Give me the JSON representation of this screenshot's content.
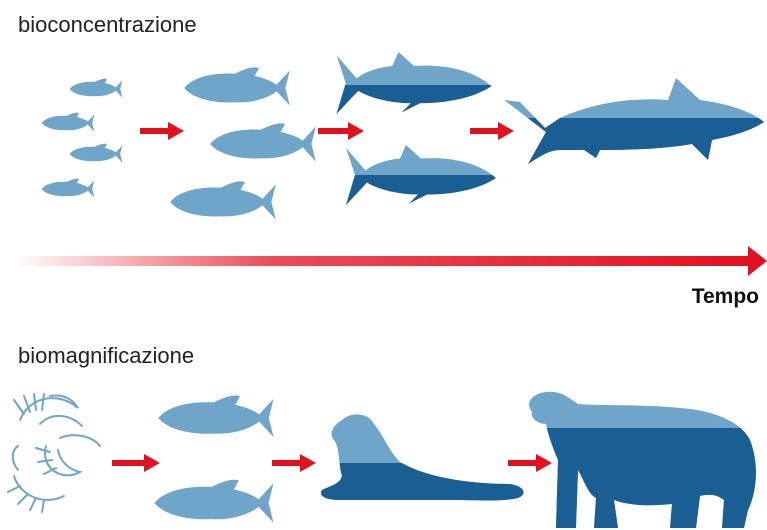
{
  "sections": {
    "bioconcentration_title": "bioconcentrazione",
    "biomagnification_title": "biomagnificazione"
  },
  "time_axis": {
    "label": "Tempo"
  },
  "colors": {
    "light_blue": "#6fa5c8",
    "dark_blue": "#1a5f93",
    "arrow_red": "#e3101e"
  },
  "icons": [
    "sardine-icon",
    "snapper-icon",
    "tuna-icon",
    "shark-icon",
    "krill-icon",
    "seal-icon",
    "polar-bear-icon"
  ]
}
